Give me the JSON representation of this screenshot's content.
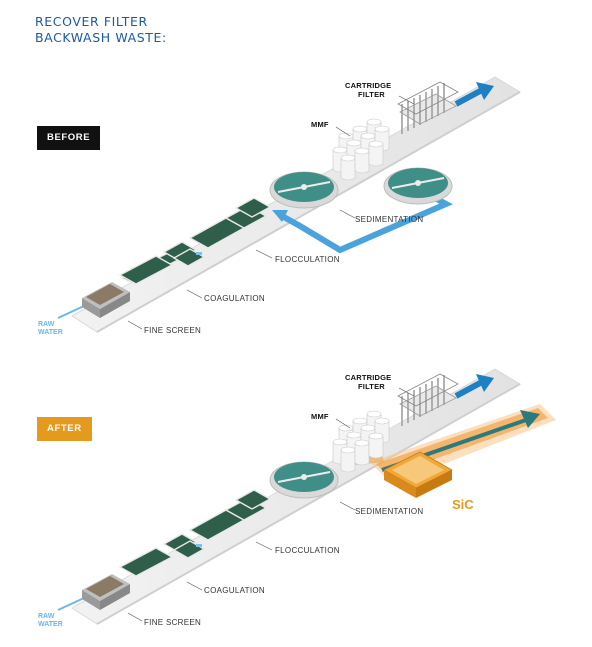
{
  "title": {
    "line1": "RECOVER FILTER",
    "line2": "BACKWASH WASTE:"
  },
  "before": {
    "badge": "BEFORE",
    "labels": {
      "cartridge_line1": "CARTRIDGE",
      "cartridge_line2": "FILTER",
      "mmf": "MMF",
      "sedimentation": "SEDIMENTATION",
      "flocculation": "FLOCCULATION",
      "coagulation": "COAGULATION",
      "fine_screen": "FINE SCREEN",
      "raw_line1": "RAW",
      "raw_line2": "WATER"
    }
  },
  "after": {
    "badge": "AFTER",
    "labels": {
      "cartridge_line1": "CARTRIDGE",
      "cartridge_line2": "FILTER",
      "mmf": "MMF",
      "sic": "SiC",
      "sedimentation": "SEDIMENTATION",
      "flocculation": "FLOCCULATION",
      "coagulation": "COAGULATION",
      "fine_screen": "FINE SCREEN",
      "raw_line1": "RAW",
      "raw_line2": "WATER"
    }
  },
  "colors": {
    "title": "#1b5aa8",
    "flow_arrow": "#1f7fc4",
    "recycle_loop": "#4aa3dc",
    "sic_accent": "#e39a1f",
    "basin_green": "#2f5f4a",
    "clarifier_teal": "#3f8f88"
  }
}
